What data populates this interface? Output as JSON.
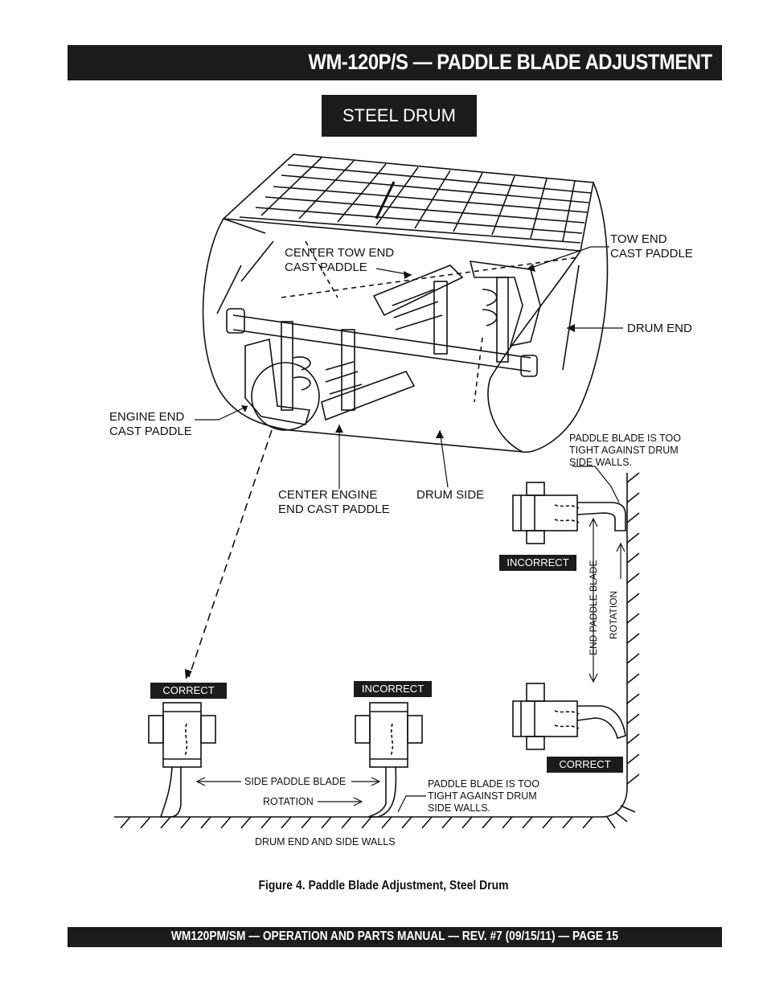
{
  "header": {
    "title": "WM-120P/S — PADDLE BLADE ADJUSTMENT"
  },
  "drum_label": "STEEL DRUM",
  "labels": {
    "center_tow_end": "CENTER TOW END\nCAST PADDLE",
    "tow_end": "TOW END\nCAST PADDLE",
    "drum_end": "DRUM END",
    "engine_end": "ENGINE END\nCAST PADDLE",
    "center_engine_end": "CENTER ENGINE\nEND CAST PADDLE",
    "drum_side": "DRUM SIDE",
    "too_tight_top": "PADDLE BLADE IS TOO\nTIGHT AGAINST DRUM\nSIDE WALLS.",
    "too_tight_bottom": "PADDLE BLADE IS TOO\nTIGHT AGAINST DRUM\nSIDE WALLS.",
    "side_paddle_blade": "SIDE PADDLE BLADE",
    "rotation_bottom": "ROTATION",
    "drum_end_side_walls": "DRUM END AND SIDE WALLS",
    "end_paddle_blade": "END PADDLE BLADE",
    "rotation_right": "ROTATION"
  },
  "tags": {
    "incorrect_right": "INCORRECT",
    "correct_right": "CORRECT",
    "correct_left": "CORRECT",
    "incorrect_mid": "INCORRECT"
  },
  "caption": "Figure 4. Paddle Blade Adjustment, Steel Drum",
  "footer": {
    "text": "WM120PM/SM — OPERATION AND PARTS MANUAL — REV. #7 (09/15/11) — PAGE 15"
  }
}
